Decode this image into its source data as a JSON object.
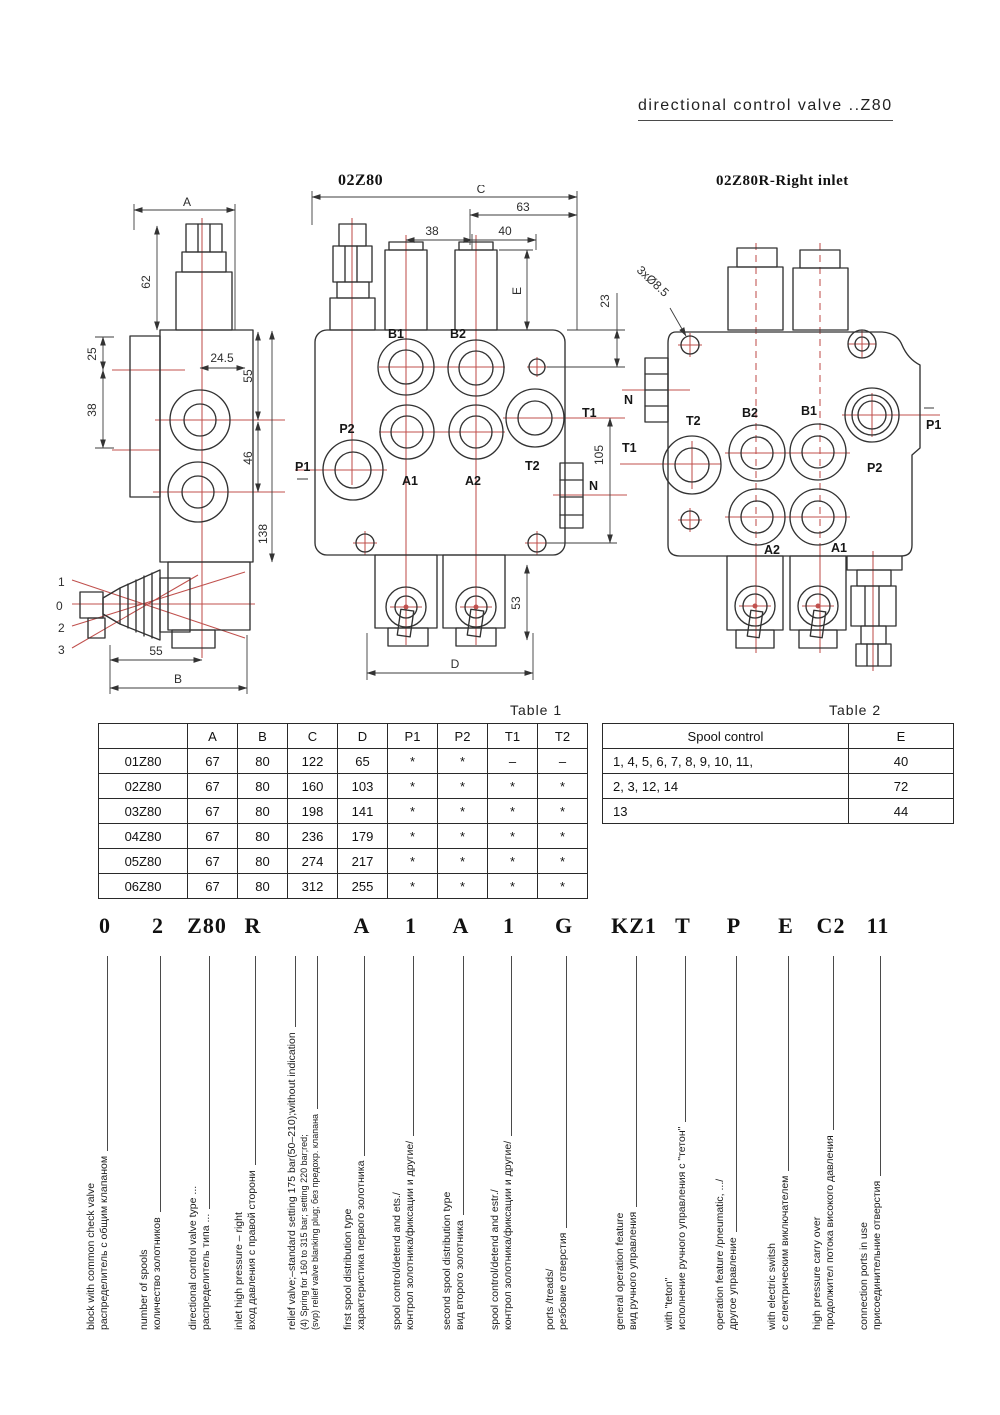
{
  "page": {
    "title": "directional control valve ..Z80"
  },
  "drawings": {
    "left": {
      "labels": {
        "a": "A",
        "d62": "62",
        "d25": "25",
        "d38": "38",
        "d245": "24.5",
        "d55": "55",
        "d46": "46",
        "d138": "138",
        "d55b": "55",
        "b": "B",
        "pos1": "1",
        "pos0": "0",
        "pos2": "2",
        "pos3": "3"
      }
    },
    "middle": {
      "title": "02Z80",
      "labels": {
        "c": "C",
        "d63": "63",
        "d38": "38",
        "d40": "40",
        "e": "E",
        "d23": "23",
        "b1": "B1",
        "b2": "B2",
        "p1": "P1",
        "p2": "P2",
        "a1": "A1",
        "a2": "A2",
        "t1": "T1",
        "t2": "T2",
        "n": "N",
        "d105": "105",
        "d53": "53",
        "d": "D"
      }
    },
    "right": {
      "title": "02Z80R-Right inlet",
      "labels": {
        "holes": "3xØ8.5",
        "n": "N",
        "t1": "T1",
        "t2": "T2",
        "b1": "B1",
        "b2": "B2",
        "p1": "P1",
        "p2": "P2",
        "a1": "A1",
        "a2": "A2"
      }
    }
  },
  "tables": {
    "table1": {
      "caption": "Table 1",
      "headers": [
        "",
        "A",
        "B",
        "C",
        "D",
        "P1",
        "P2",
        "T1",
        "T2"
      ],
      "rows": [
        [
          "01Z80",
          "67",
          "80",
          "122",
          "65",
          "*",
          "*",
          "–",
          "–"
        ],
        [
          "02Z80",
          "67",
          "80",
          "160",
          "103",
          "*",
          "*",
          "*",
          "*"
        ],
        [
          "03Z80",
          "67",
          "80",
          "198",
          "141",
          "*",
          "*",
          "*",
          "*"
        ],
        [
          "04Z80",
          "67",
          "80",
          "236",
          "179",
          "*",
          "*",
          "*",
          "*"
        ],
        [
          "05Z80",
          "67",
          "80",
          "274",
          "217",
          "*",
          "*",
          "*",
          "*"
        ],
        [
          "06Z80",
          "67",
          "80",
          "312",
          "255",
          "*",
          "*",
          "*",
          "*"
        ]
      ]
    },
    "table2": {
      "caption": "Table 2",
      "headers": [
        "Spool control",
        "E"
      ],
      "rows": [
        [
          "1, 4, 5, 6, 7, 8, 9, 10, 11,",
          "40"
        ],
        [
          "2, 3, 12, 14",
          "72"
        ],
        [
          "13",
          "44"
        ]
      ]
    }
  },
  "order_code": {
    "items": [
      {
        "code": "0",
        "lines": [
          "block with common check valve",
          "распределитель с общим клапаном"
        ]
      },
      {
        "code": "2",
        "lines": [
          "number of spools",
          "количество золотников"
        ]
      },
      {
        "code": "Z80",
        "lines": [
          "directional control valve type ...",
          "распределитель типа ..."
        ]
      },
      {
        "code": "R",
        "lines": [
          "inlet high pressure – right",
          "вход давления с правой сторони"
        ]
      },
      {
        "code": "",
        "lines": [
          "relief valve;–standard setting 175 bar(50–210);without indication",
          "(4) Spring for 160 to 315 bar;  setting 220 bar;red;",
          "(svp) relief valve blanking plug;  без предохр. клапана"
        ]
      },
      {
        "code": "A",
        "lines": [
          "first spool distribution type",
          "характеристика первого золотника"
        ]
      },
      {
        "code": "1",
        "lines": [
          "spool control/detend and ets./",
          "контрол золотника/фиксации и другие/"
        ]
      },
      {
        "code": "A",
        "lines": [
          "second spool distribution type",
          "вид второго золотника"
        ]
      },
      {
        "code": "1",
        "lines": [
          "spool control/detend and estr./",
          "контрол золотника/фиксации и другие/"
        ]
      },
      {
        "code": "G",
        "lines": [
          "ports /treads/",
          "резбовие отверстия"
        ]
      },
      {
        "code": "KZ1",
        "lines": [
          "general operation feature",
          "вид ручного управления"
        ]
      },
      {
        "code": "T",
        "lines": [
          "with \"teton\"",
          "исполнение ручного управления с \"тетон\""
        ]
      },
      {
        "code": "P",
        "lines": [
          "operation feature /pneumatic, .../",
          "другое управление"
        ]
      },
      {
        "code": "E",
        "lines": [
          "with electric switsh",
          "с електрическим виключателем"
        ]
      },
      {
        "code": "C2",
        "lines": [
          "high pressure carry over",
          "продолжител потока високого давления"
        ]
      },
      {
        "code": "11",
        "lines": [
          "connection ports in use",
          "присоединительние отверстия"
        ]
      }
    ]
  }
}
